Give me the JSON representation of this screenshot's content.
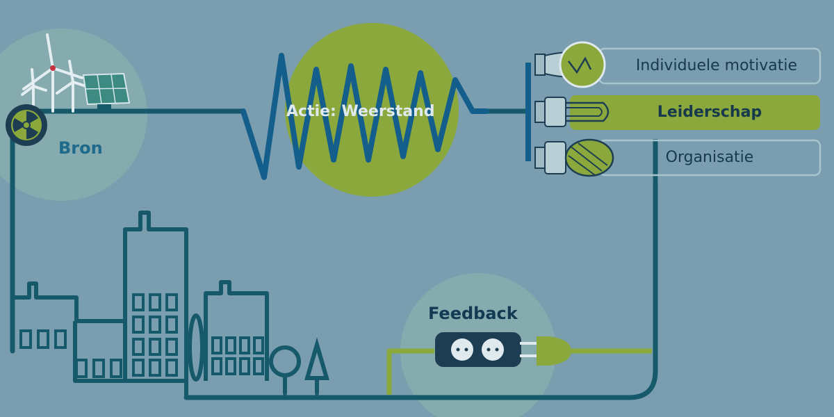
{
  "labels": {
    "source": "Bron",
    "action": "Actie: Weerstand",
    "feedback": "Feedback"
  },
  "options": [
    {
      "label": "Individuele motivatie",
      "selected": false
    },
    {
      "label": "Leiderschap",
      "selected": true
    },
    {
      "label": "Organisatie",
      "selected": false
    }
  ],
  "colors": {
    "background": "#7a9eb0",
    "wire": "#15596a",
    "accent_green": "#8aa83c",
    "spring": "#145e8c",
    "text_dark": "#17394c"
  }
}
